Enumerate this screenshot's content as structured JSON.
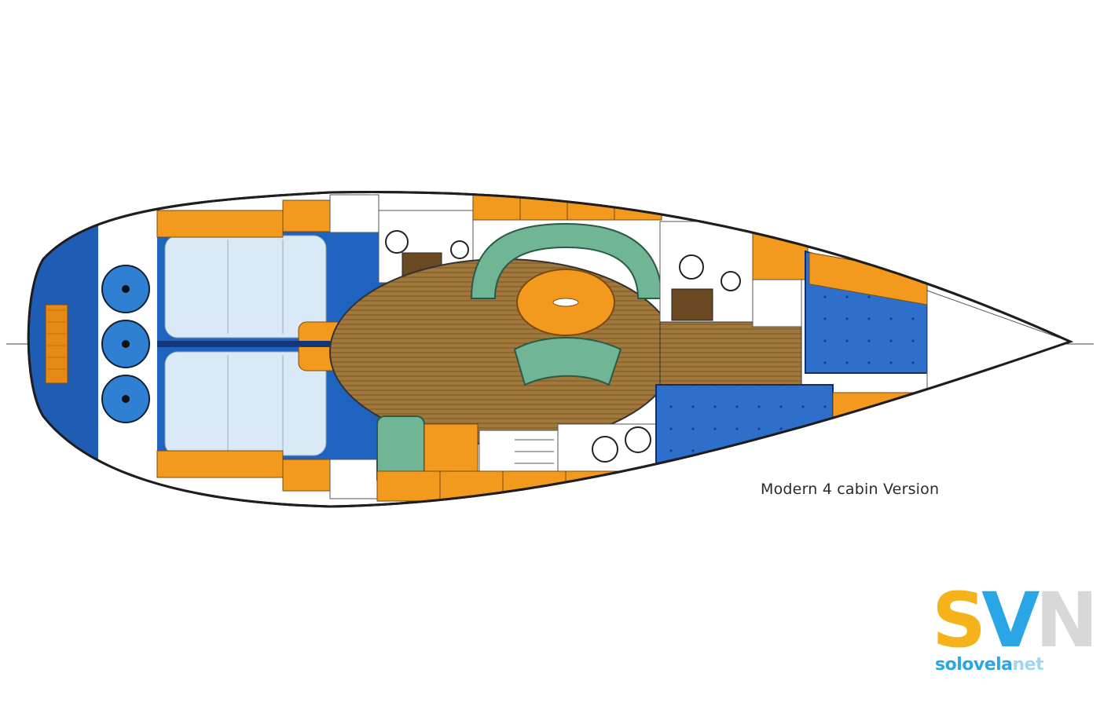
{
  "caption": "Modern 4 cabin Version",
  "logo": {
    "letters": {
      "s": "S",
      "v": "V",
      "n": "N"
    },
    "wordmark": {
      "main": "solovela",
      "suffix": "net"
    }
  },
  "colors": {
    "hull_outline": "#1e1e1e",
    "deep_blue": "#1f5db4",
    "mid_blue": "#2f7fd2",
    "orange": "#f39a1e",
    "teak": "#a0783c",
    "green": "#6fb596",
    "bedding": "#d9e9f7",
    "white": "#ffffff"
  },
  "icons": [
    "winch-icon",
    "toilet-icon",
    "sink-icon",
    "stove-icon",
    "table-icon"
  ]
}
